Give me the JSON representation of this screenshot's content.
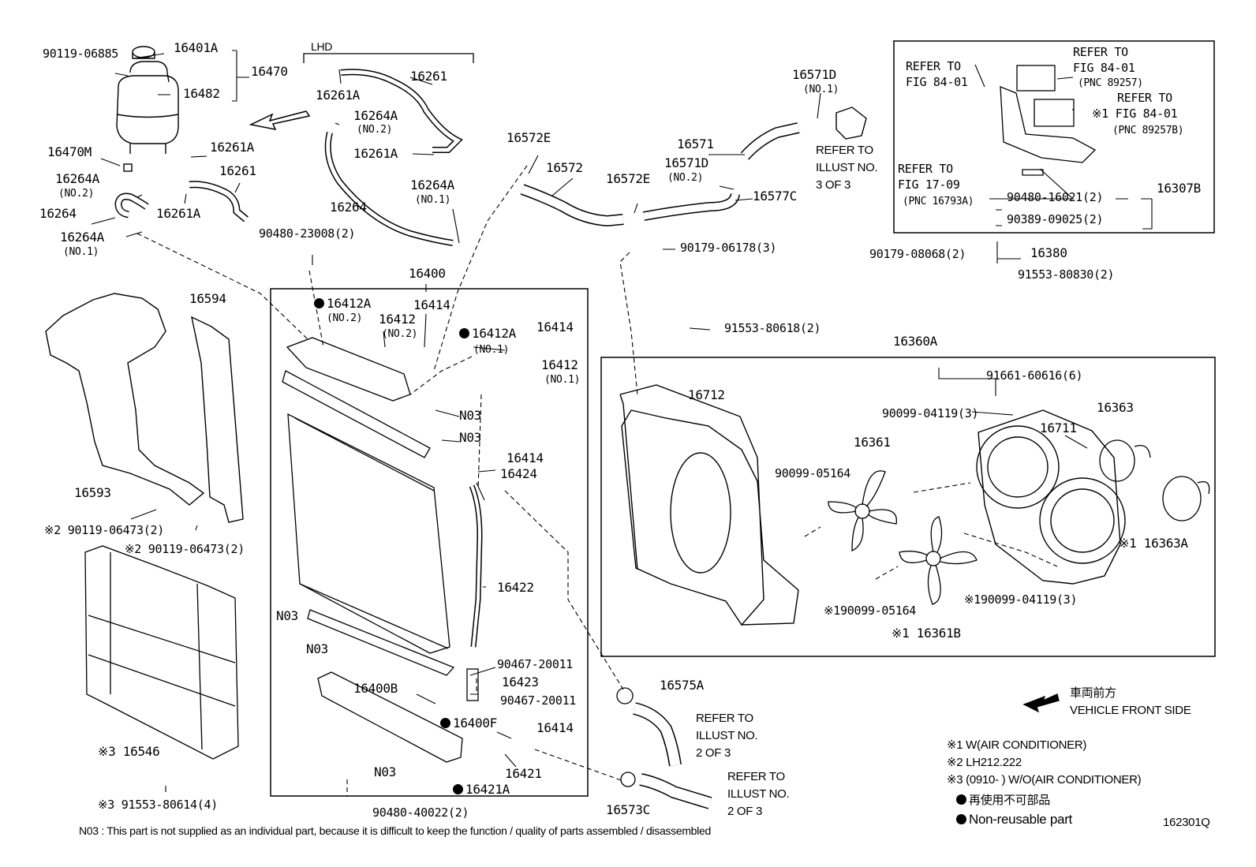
{
  "labels": {
    "l_90119_06885": "90119-06885",
    "l_16401A": "16401A",
    "l_16470": "16470",
    "l_16482": "16482",
    "l_16470M": "16470M",
    "l_16261A_a": "16261A",
    "l_16264A_no2_a": "16264A",
    "l_no2_a": "(NO.2)",
    "l_16261": "16261",
    "l_16264": "16264",
    "l_16261A_b": "16261A",
    "l_16264A_no1_a": "16264A",
    "l_no1_a": "(NO.1)",
    "l_lhd": "LHD",
    "l_16261A_c": "16261A",
    "l_16261_b": "16261",
    "l_16264A_no2_b": "16264A",
    "l_no2_b": "(NO.2)",
    "l_16261A_d": "16261A",
    "l_16264_b": "16264",
    "l_16264A_no1_b": "16264A",
    "l_no1_b": "(NO.1)",
    "l_90480_23008": "90480-23008(2)",
    "l_16572E_a": "16572E",
    "l_16572": "16572",
    "l_16572E_b": "16572E",
    "l_16571D_a": "16571D",
    "l_no1_c": "(NO.1)",
    "l_16571": "16571",
    "l_16571D_b": "16571D",
    "l_no2_c": "(NO.2)",
    "l_16577C": "16577C",
    "l_90179_06178": "90179-06178(3)",
    "l_refer_illust_3a": "REFER TO",
    "l_refer_illust_3b": "ILLUST NO.",
    "l_refer_illust_3c": "3 OF 3",
    "l_refer_fig_a1": "REFER TO",
    "l_refer_fig_a2": "FIG 84-01",
    "l_refer_fig_b1": "REFER TO",
    "l_refer_fig_b2": "FIG 84-01",
    "l_pnc_89257": "(PNC 89257)",
    "l_refer_fig_c1": "REFER TO",
    "l_refer_fig_c2": "※1 FIG 84-01",
    "l_pnc_89257B": "(PNC 89257B)",
    "l_refer_fig_d1": "REFER TO",
    "l_refer_fig_d2": "FIG 17-09",
    "l_pnc_16793A": "(PNC 16793A)",
    "l_16307B": "16307B",
    "l_90480_16021": "90480-16021(2)",
    "l_90389_09025": "90389-09025(2)",
    "l_90179_08068": "90179-08068(2)",
    "l_16380": "16380",
    "l_91553_80830": "91553-80830(2)",
    "l_16400": "16400",
    "l_16412A_no2": "16412A",
    "l_no2_d": "(NO.2)",
    "l_16412_no2": "16412",
    "l_no2_e": "(NO.2)",
    "l_16414_a": "16414",
    "l_16412A_no1": "16412A",
    "l_no1_d": "(NO.1)",
    "l_16414_b": "16414",
    "l_16412_no1": "16412",
    "l_no1_e": "(NO.1)",
    "l_N03_a": "N03",
    "l_N03_b": "N03",
    "l_16414_c": "16414",
    "l_16424": "16424",
    "l_16422": "16422",
    "l_N03_c": "N03",
    "l_N03_d": "N03",
    "l_90467_20011_a": "90467-20011",
    "l_16423": "16423",
    "l_90467_20011_b": "90467-20011",
    "l_16400B": "16400B",
    "l_16400F": "16400F",
    "l_16414_d": "16414",
    "l_N03_e": "N03",
    "l_16421": "16421",
    "l_16421A": "16421A",
    "l_90480_40022": "90480-40022(2)",
    "l_16594": "16594",
    "l_16593": "16593",
    "l_90119_06473_a": "※2 90119-06473(2)",
    "l_90119_06473_b": "※2 90119-06473(2)",
    "l_16546": "※3 16546",
    "l_91553_80614": "※3 91553-80614(4)",
    "l_91553_80618": "91553-80618(2)",
    "l_16360A": "16360A",
    "l_16712": "16712",
    "l_91661_60616": "91661-60616(6)",
    "l_90099_04119_a": "90099-04119(3)",
    "l_16363": "16363",
    "l_16711": "16711",
    "l_16361": "16361",
    "l_90099_05164_a": "90099-05164",
    "l_16363A": "※1 16363A",
    "l_90099_04119_b": "※190099-04119(3)",
    "l_90099_05164_b": "※190099-05164",
    "l_16361B": "※1 16361B",
    "l_16575A": "16575A",
    "l_refer_illust_2a1": "REFER TO",
    "l_refer_illust_2a2": "ILLUST NO.",
    "l_refer_illust_2a3": "2 OF 3",
    "l_16573C": "16573C",
    "l_refer_illust_2b1": "REFER TO",
    "l_refer_illust_2b2": "ILLUST NO.",
    "l_refer_illust_2b3": "2 OF 3",
    "l_front_jp": "車両前方",
    "l_front_en": "VEHICLE FRONT SIDE",
    "l_note1": "※1 W(AIR CONDITIONER)",
    "l_note2": "※2 LH212.222",
    "l_note3": "※3 (0910-        ) W/O(AIR CONDITIONER)",
    "l_nonreuse_jp": "再使用不可部品",
    "l_nonreuse_en": "Non-reusable part",
    "l_code": "162301Q",
    "l_footer": "N03 : This part is not supplied as an individual part, because it is difficult to keep the function / quality of parts assembled / disassembled"
  }
}
